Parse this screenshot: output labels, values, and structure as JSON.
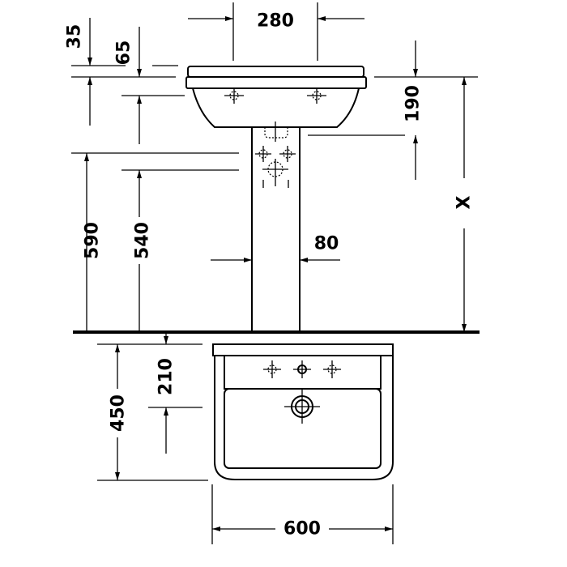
{
  "drawing": {
    "title": "Washbasin with pedestal dimension drawing",
    "dimensions": {
      "rim_thickness": "35",
      "overflow_depth": "65",
      "tap_hole_spacing": "280",
      "bowl_depth": "190",
      "mount_height": "X",
      "waste_height_590": "590",
      "waste_height_540": "540",
      "pedestal_width": "80",
      "depth": "450",
      "tap_to_wall": "210",
      "width": "600"
    },
    "line_color": "#000000",
    "background": "#ffffff"
  }
}
